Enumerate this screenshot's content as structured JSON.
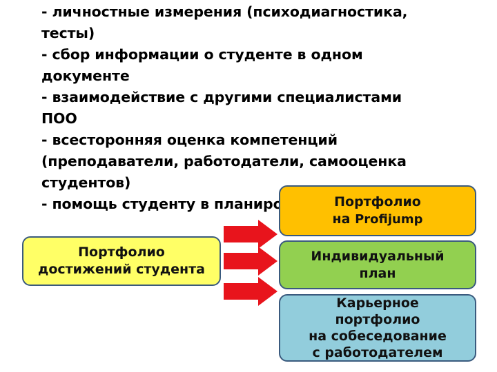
{
  "bullets": [
    "- личностные измерения (психодиагностика,",
    "тесты)",
    "- сбор информации о студенте в одном",
    "документе",
    "- взаимодействие  с другими специалистами",
    "ПОО",
    "- всесторонняя оценка компетенций",
    "(преподаватели, работодатели, самооценка",
    "студентов)",
    "- помощь  студенту в планировании карьеры"
  ],
  "box_left": {
    "line1": "Портфолио",
    "line2": "достижений студента"
  },
  "box_profijump": {
    "line1": "Портфолио",
    "line2_prefix": "на ",
    "line2_brand": "Profijump"
  },
  "box_plan": {
    "line1": "Индивидуальный",
    "line2": "план"
  },
  "box_career": {
    "line1": "Карьерное",
    "line2": "портфолио",
    "line3": "на собеседование",
    "line4": "с работодателем"
  },
  "colors": {
    "yellow_box": "#ffff66",
    "orange_box": "#ffc000",
    "green_box": "#92d050",
    "blue_box": "#92cddc",
    "border": "#3a5a7e",
    "arrow_fill": "#e8141c"
  },
  "icons": [
    "right-arrow-icon",
    "right-arrow-icon",
    "right-arrow-icon"
  ]
}
